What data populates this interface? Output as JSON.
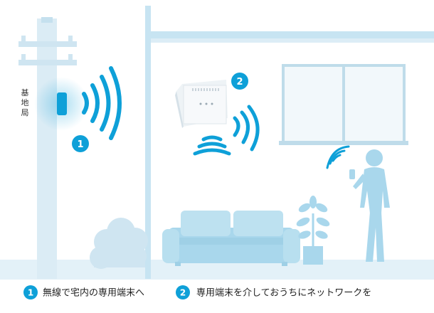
{
  "pole_label": [
    "基",
    "地",
    "局"
  ],
  "badge1_number": "1",
  "badge2_number": "2",
  "caption1": {
    "number": "1",
    "text": "無線で宅内の専用端末へ"
  },
  "caption2": {
    "number": "2",
    "text": "専用端末を介しておうちにネットワークを"
  },
  "colors": {
    "accent_blue": "#0ea0d8",
    "light_blue": "#a9d7ec",
    "house_blue": "#c7e4f2",
    "ground_blue": "#e3f1f8",
    "window_fill": "#f2f8fb"
  }
}
